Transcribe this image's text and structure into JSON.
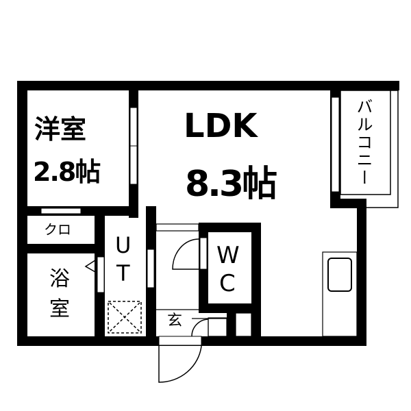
{
  "floor_plan": {
    "rooms": {
      "western_room": {
        "name": "洋室",
        "size": "2.8帖"
      },
      "ldk": {
        "name": "LDK",
        "size": "8.3帖"
      },
      "balcony": {
        "name": "バルコニー"
      },
      "closet": {
        "name": "クロ"
      },
      "bathroom": {
        "name_line1": "浴",
        "name_line2": "室"
      },
      "utility": {
        "name_line1": "U",
        "name_line2": "T"
      },
      "toilet": {
        "name_line1": "W",
        "name_line2": "C"
      },
      "entrance": {
        "name": "玄"
      }
    },
    "colors": {
      "wall": "#000000",
      "background": "#ffffff"
    }
  }
}
